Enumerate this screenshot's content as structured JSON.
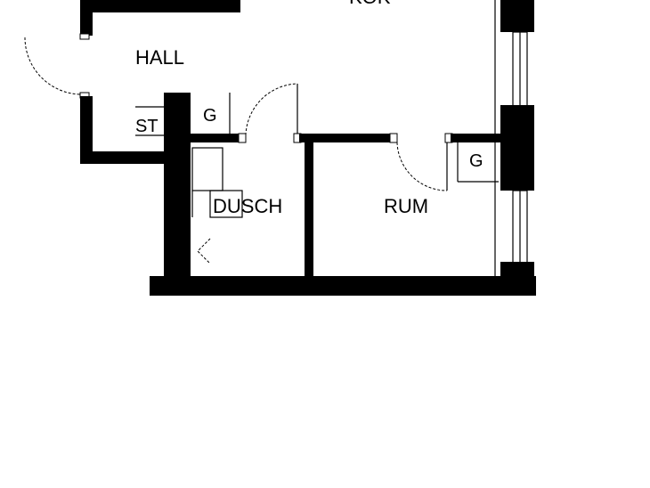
{
  "labels": {
    "hall": "HALL",
    "storage": "ST",
    "closet_hall": "G",
    "shower": "DUSCH",
    "room": "RUM",
    "closet_room": "G",
    "top_room_partial": "KÖK"
  },
  "colors": {
    "wall": "#000000",
    "background": "#ffffff"
  }
}
